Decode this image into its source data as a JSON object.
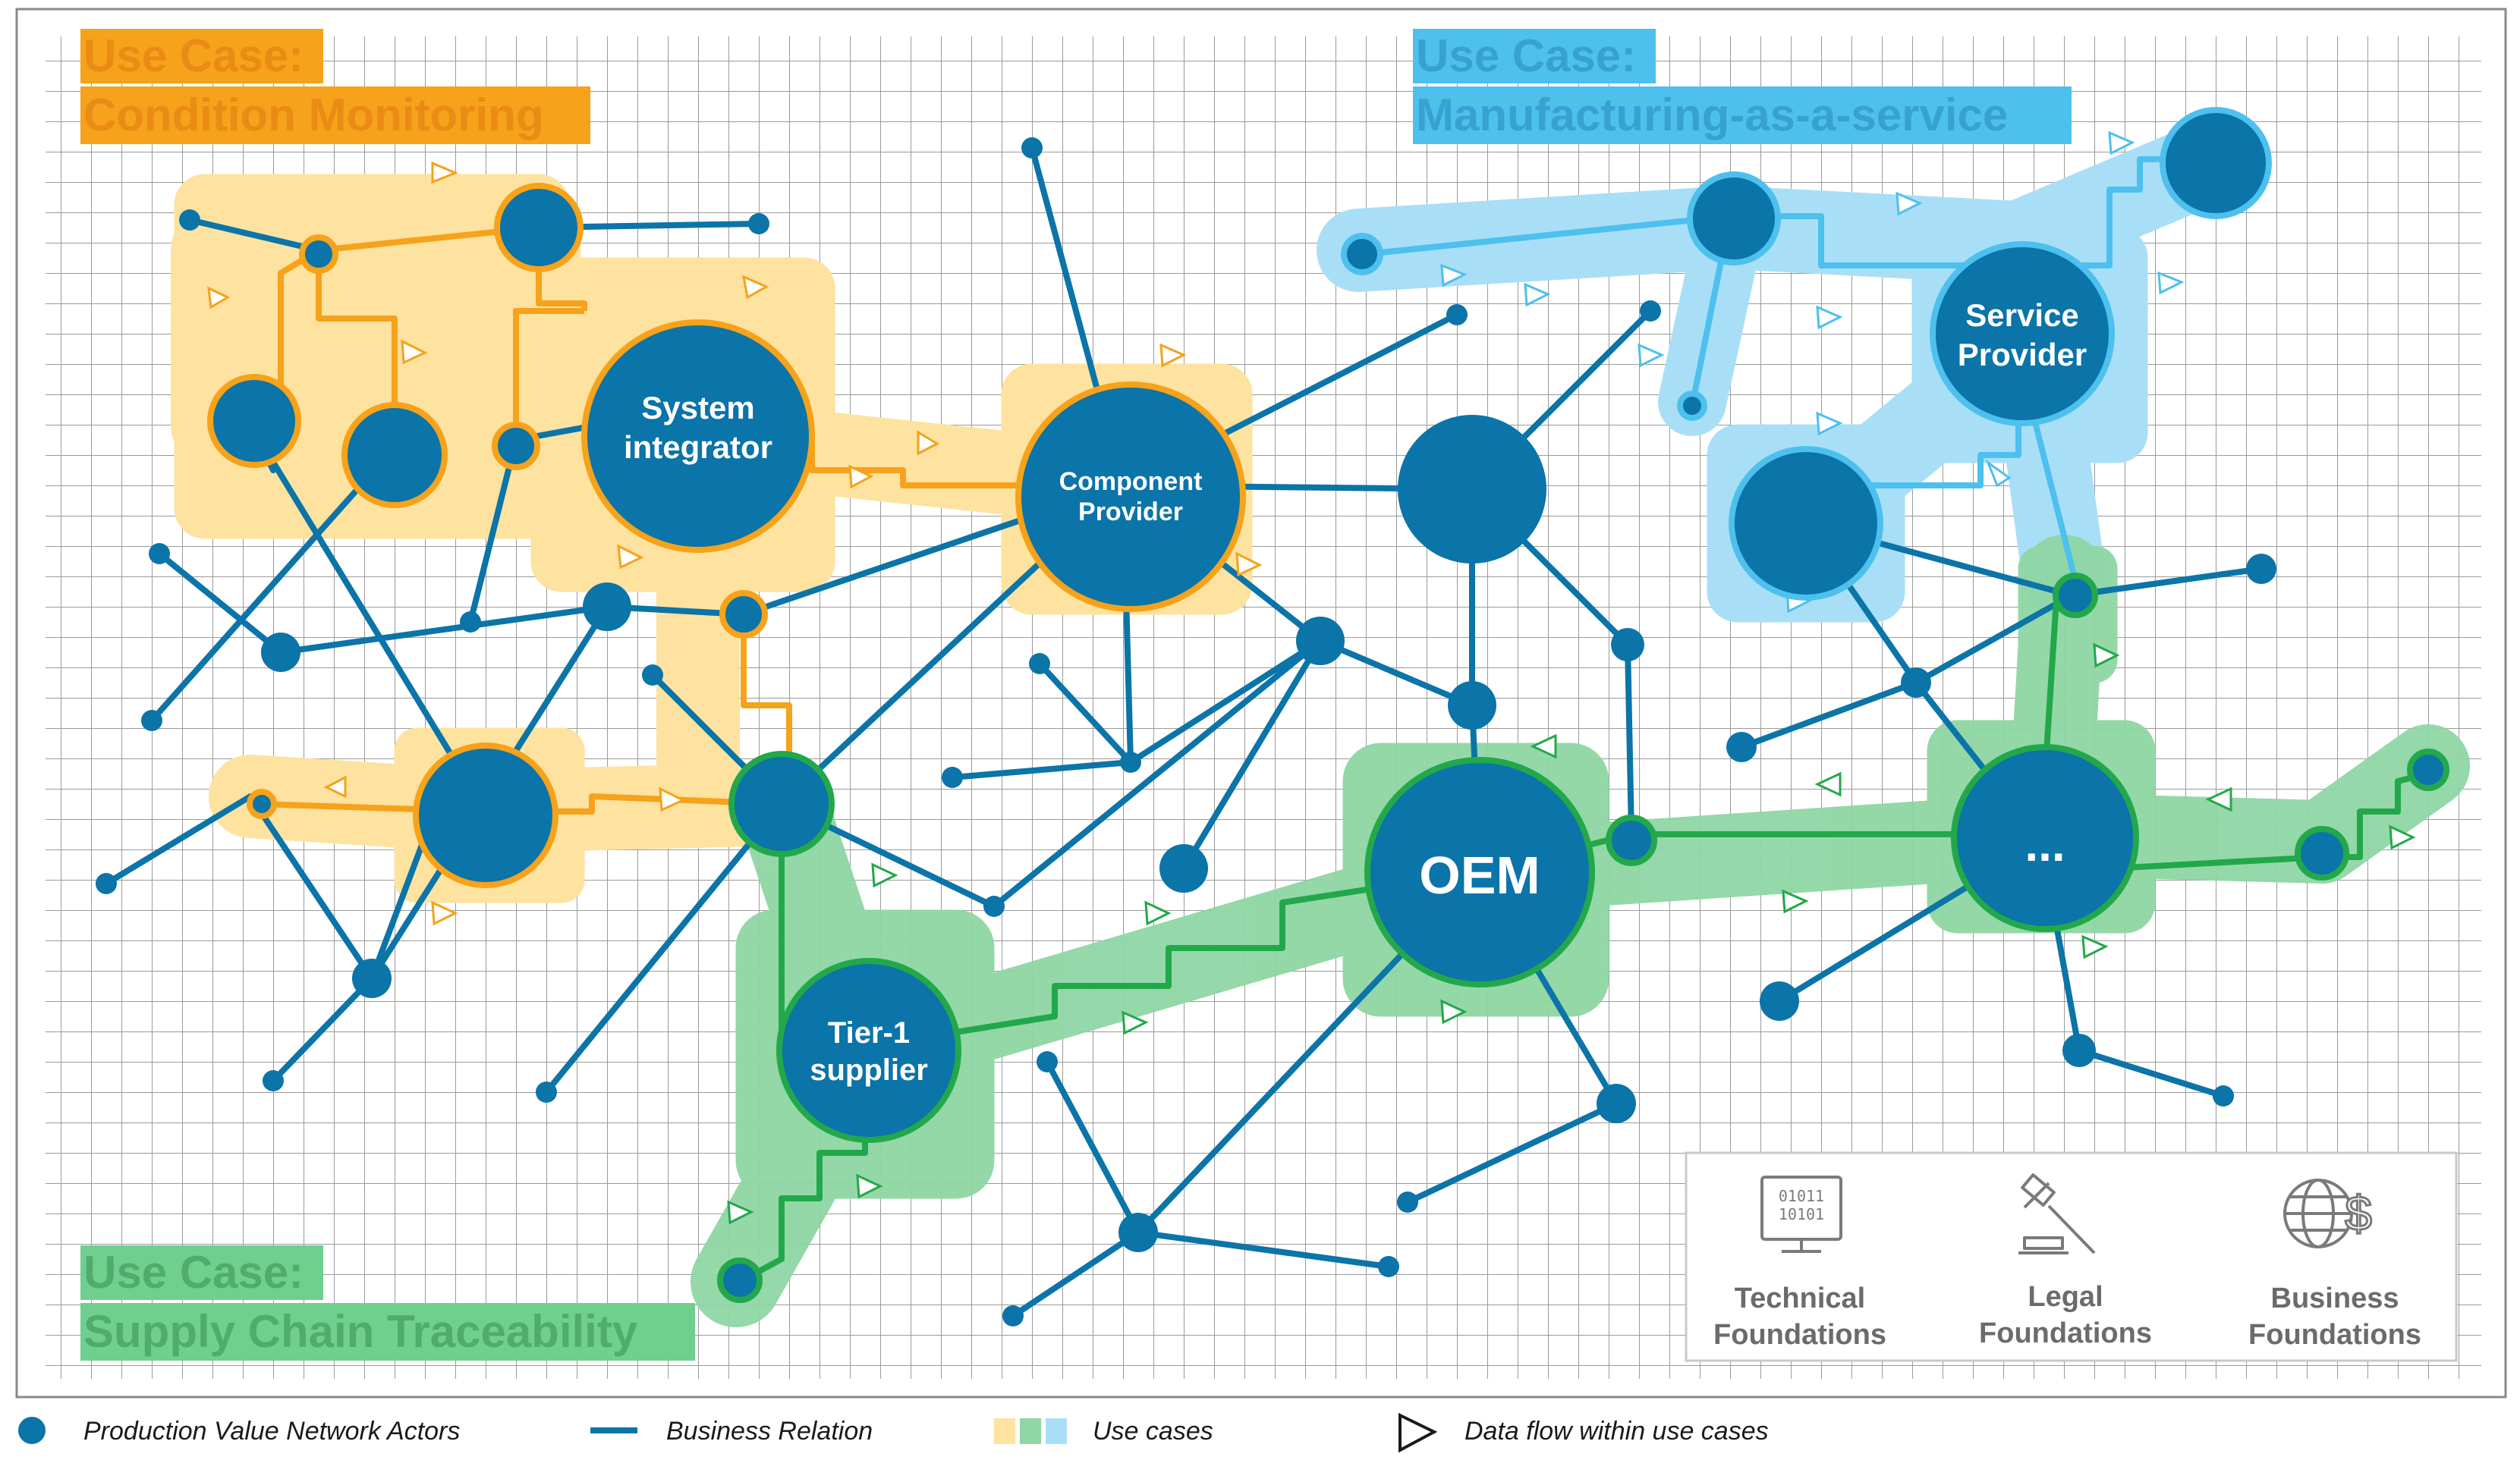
{
  "use_cases": {
    "condition_monitoring": {
      "line1": "Use Case:",
      "line2": "Condition Monitoring",
      "color": "#f6a21a"
    },
    "manufacturing_service": {
      "line1": "Use Case:",
      "line2": "Manufacturing-as-a-service",
      "color": "#4dc0ee"
    },
    "supply_chain": {
      "line1": "Use Case:",
      "line2": "Supply Chain Traceability",
      "color": "#6fcf8e"
    }
  },
  "nodes": {
    "system_integrator": {
      "line1": "System",
      "line2": "integrator"
    },
    "component_provider": {
      "line1": "Component",
      "line2": "Provider"
    },
    "service_provider": {
      "line1": "Service",
      "line2": "Provider"
    },
    "oem": {
      "label": "OEM"
    },
    "tier1": {
      "line1": "Tier-1",
      "line2": "supplier"
    },
    "ellipsis": {
      "label": "..."
    }
  },
  "foundations": {
    "technical": {
      "line1": "Technical",
      "line2": "Foundations",
      "icon": "computer-binary-icon",
      "binary1": "01011",
      "binary2": "10101"
    },
    "legal": {
      "line1": "Legal",
      "line2": "Foundations",
      "icon": "gavel-icon"
    },
    "business": {
      "line1": "Business",
      "line2": "Foundations",
      "icon": "globe-dollar-icon"
    }
  },
  "legend": {
    "actors": "Production Value Network Actors",
    "relation": "Business Relation",
    "use_cases": "Use cases",
    "data_flow": "Data flow within use cases"
  },
  "colors": {
    "actor": "#0b74a8",
    "orange": "#f6a21a",
    "orange_band": "#fde2a0",
    "blue": "#4dc0ee",
    "blue_band": "#a9dff6",
    "green": "#22a84a",
    "green_band": "#8fd6a4"
  }
}
